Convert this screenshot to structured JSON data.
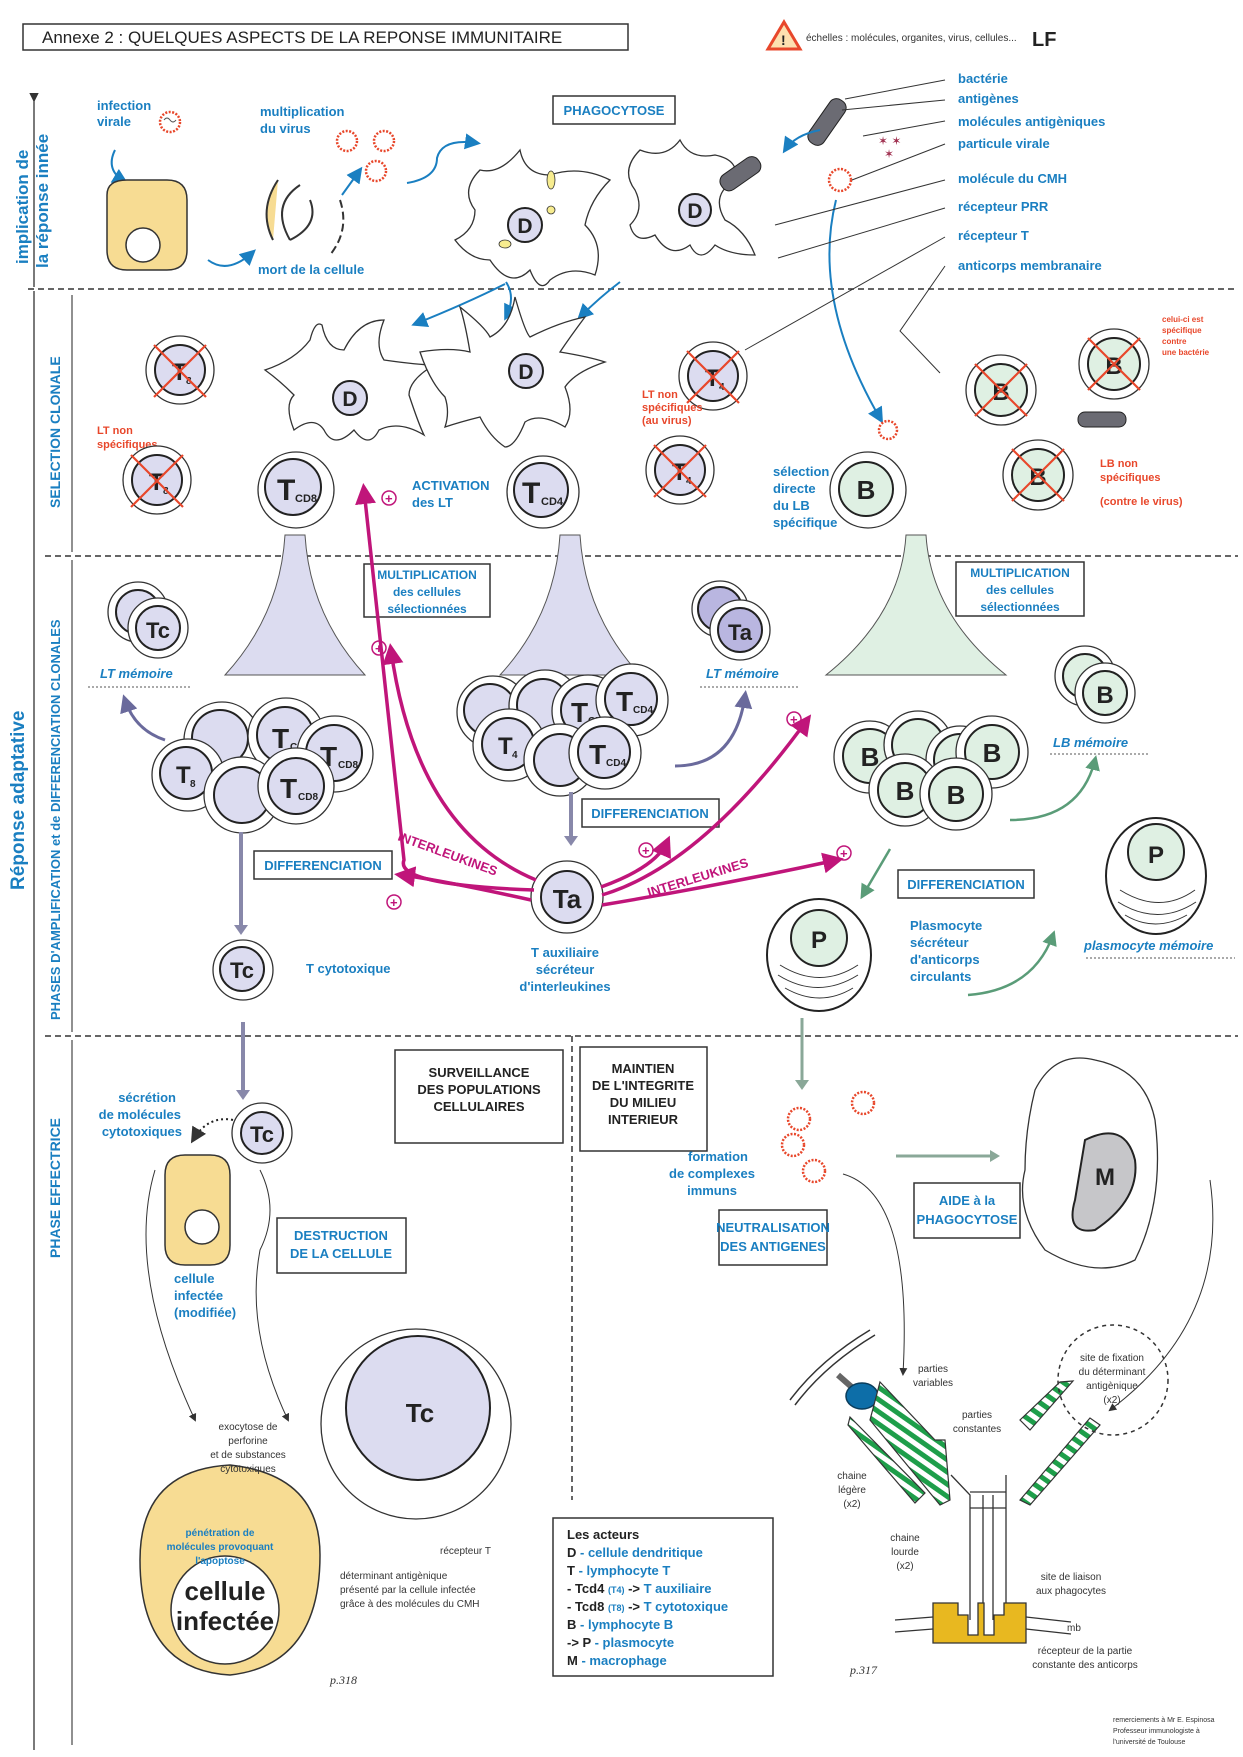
{
  "header": {
    "title": "Annexe 2 : QUELQUES ASPECTS DE LA REPONSE IMMUNITAIRE",
    "warning": "échelles : molécules, organites, virus, cellules...",
    "logo": "LF"
  },
  "sidebar": {
    "innate": [
      "implication de",
      "la réponse innée"
    ],
    "adaptive": "Réponse adaptative",
    "selection": "SELECTION CLONALE",
    "amplification": "PHASES D'AMPLIFICATION et de DIFFERENCIATION CLONALES",
    "effector": "PHASE EFFECTRICE"
  },
  "innate": {
    "infection": [
      "infection",
      "virale"
    ],
    "multiplication": [
      "multiplication",
      "du virus"
    ],
    "death": "mort de la cellule",
    "phagocytose": "PHAGOCYTOSE",
    "dendritic_label": "D"
  },
  "legend_top": [
    "bactérie",
    "antigènes",
    "molécules antigèniques",
    "particule virale",
    "molécule du CMH",
    "récepteur PRR",
    "récepteur T",
    "anticorps membranaire"
  ],
  "selection": {
    "lt_non_specific": [
      "LT non",
      "spécifiques"
    ],
    "lt_non_specific_virus": [
      "LT non",
      "spécifiques",
      "(au virus)"
    ],
    "activation": [
      "ACTIVATION",
      "des LT"
    ],
    "tcd8": "T",
    "tcd8_sub": "CD8",
    "tcd4": "T",
    "tcd4_sub": "CD4",
    "t8": "T",
    "t8_sub": "8",
    "t4": "T",
    "t4_sub": "4",
    "lb_direct": [
      "sélection",
      "directe",
      "du LB",
      "spécifique"
    ],
    "bacteria_specific": [
      "celui-ci est",
      "spécifique",
      "contre",
      "une bactérie"
    ],
    "lb_non_specific": [
      "LB non",
      "spécifiques",
      "",
      "(contre le virus)"
    ],
    "B": "B",
    "D": "D"
  },
  "amplification": {
    "multiplication": [
      "MULTIPLICATION",
      "des cellules",
      "sélectionnées"
    ],
    "lt_memoire": "LT mémoire",
    "lb_memoire": "LB mémoire",
    "tc": "Tc",
    "ta": "Ta",
    "differenciation": "DIFFERENCIATION",
    "interleukines": "INTERLEUKINES",
    "t_cytotoxique": "T cytotoxique",
    "t_auxiliaire": [
      "T auxiliaire",
      "sécréteur",
      "d'interleukines"
    ],
    "plasmocyte": [
      "Plasmocyte",
      "sécréteur",
      "d'anticorps",
      "circulants"
    ],
    "plasmocyte_memoire": "plasmocyte mémoire",
    "P": "P",
    "plus": "+"
  },
  "effector": {
    "surveillance": [
      "SURVEILLANCE",
      "DES POPULATIONS",
      "CELLULAIRES"
    ],
    "maintien": [
      "MAINTIEN",
      "DE L'INTEGRITE",
      "DU MILIEU",
      "INTERIEUR"
    ],
    "secretion": [
      "sécrétion",
      "de molécules",
      "cytotoxiques"
    ],
    "destruction": [
      "DESTRUCTION",
      "DE LA CELLULE"
    ],
    "cellule_infectee": [
      "cellule",
      "infectée",
      "(modifiée)"
    ],
    "complexes": [
      "formation",
      "de complexes",
      "immuns"
    ],
    "neutralisation": [
      "NEUTRALISATION",
      "DES ANTIGENES"
    ],
    "aide": [
      "AIDE à la",
      "PHAGOCYTOSE"
    ],
    "M": "M"
  },
  "detail_left": {
    "tc": "Tc",
    "exocytose": [
      "exocytose de",
      "perforine",
      "et de substances",
      "cytotoxiques"
    ],
    "penetration": [
      "pénétration de",
      "molécules provoquant",
      "l'apoptose"
    ],
    "recepteur_t": "récepteur T",
    "determinant": [
      "déterminant antigènique",
      "présenté par la cellule infectée",
      "grâce à des molécules du CMH"
    ],
    "big_cell": [
      "cellule",
      "infectée"
    ],
    "page": "p.318"
  },
  "actors": {
    "title": "Les acteurs",
    "items": [
      {
        "key": "D",
        "sep": " - ",
        "value": "cellule dendritique"
      },
      {
        "key": "T",
        "sep": " - ",
        "value": "lymphocyte T"
      },
      {
        "key": "- Tcd4",
        "small": "(T4)",
        "sep": " -> ",
        "value": "T auxiliaire"
      },
      {
        "key": "- Tcd8",
        "small": "(T8)",
        "sep": " -> ",
        "value": "T cytotoxique"
      },
      {
        "key": "B",
        "sep": " - ",
        "value": "lymphocyte B"
      },
      {
        "key": "-> P",
        "sep": " - ",
        "value": "plasmocyte"
      },
      {
        "key": "M",
        "sep": " - ",
        "value": "macrophage"
      }
    ]
  },
  "antibody": {
    "variables": [
      "parties",
      "variables"
    ],
    "constantes": [
      "parties",
      "constantes"
    ],
    "legere": [
      "chaine",
      "légère",
      "(x2)"
    ],
    "lourde": [
      "chaine",
      "lourde",
      "(x2)"
    ],
    "fixation": [
      "site de fixation",
      "du déterminant",
      "antigènique",
      "(x2)"
    ],
    "liaison": [
      "site de liaison",
      "aux phagocytes"
    ],
    "mb": "mb",
    "recepteur": [
      "récepteur de la partie",
      "constante des anticorps"
    ],
    "page": "p.317"
  },
  "credits": [
    "remerciements à Mr E. Espinosa",
    "Professeur immunologiste à",
    "l'université de Toulouse"
  ],
  "colors": {
    "blue": "#1a7fc1",
    "red": "#e8472b",
    "magenta": "#c0157a",
    "cell_yellow": "#f7dc93",
    "t_nucleus": "#dcdcf0",
    "b_nucleus": "#dff0e3",
    "antibody_stripe": "#1e9e4a",
    "receptor_gold": "#e8b820"
  }
}
